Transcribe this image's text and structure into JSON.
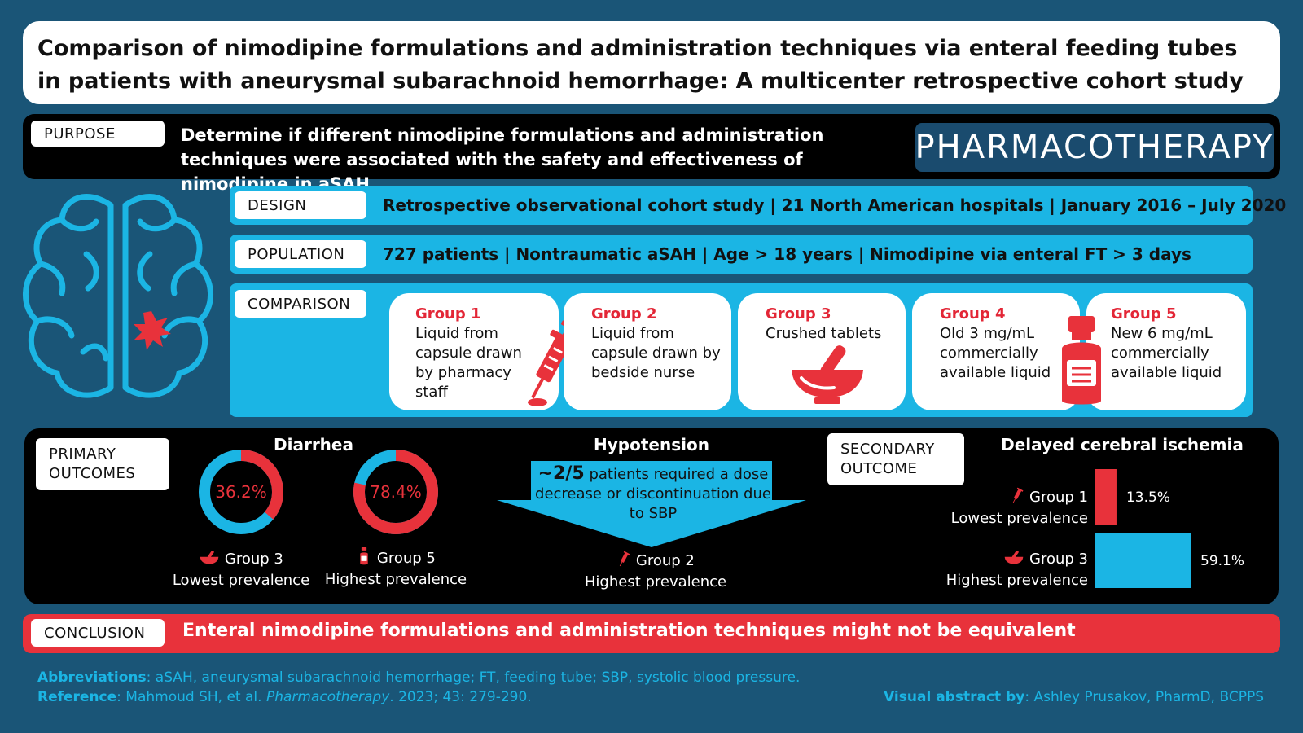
{
  "title": "Comparison of nimodipine formulations and administration techniques via enteral feeding tubes in patients with aneurysmal subarachnoid hemorrhage: A multicenter retrospective cohort study",
  "purpose": {
    "label": "PURPOSE",
    "text": "Determine if different nimodipine formulations and administration techniques were associated with the safety and effectiveness of nimodipine in aSAH"
  },
  "journal_logo": "PHARMACOTHERAPY",
  "design": {
    "label": "DESIGN",
    "text": "Retrospective observational cohort study |  21 North American hospitals | January  2016 – July 2020"
  },
  "population": {
    "label": "POPULATION",
    "text": "727 patients | Nontraumatic aSAH | Age > 18 years | Nimodipine via enteral FT > 3 days"
  },
  "comparison": {
    "label": "COMPARISON",
    "groups": [
      {
        "name": "Group 1",
        "desc": "Liquid from capsule drawn by pharmacy staff",
        "icon": "syringe-icon"
      },
      {
        "name": "Group 2",
        "desc": "Liquid from capsule drawn by bedside nurse"
      },
      {
        "name": "Group 3",
        "desc": "Crushed tablets",
        "icon": "mortar-pestle-icon"
      },
      {
        "name": "Group 4",
        "desc": "Old 3 mg/mL commercially available liquid",
        "icon": "bottle-icon"
      },
      {
        "name": "Group 5",
        "desc": "New 6 mg/mL commercially available liquid"
      }
    ]
  },
  "primary": {
    "label": "PRIMARY OUTCOMES",
    "diarrhea": {
      "title": "Diarrhea",
      "low": {
        "pct": 36.2,
        "pct_label": "36.2%",
        "group": "Group 3",
        "note": "Lowest prevalence"
      },
      "high": {
        "pct": 78.4,
        "pct_label": "78.4%",
        "group": "Group 5",
        "note": "Highest prevalence"
      }
    },
    "hypotension": {
      "title": "Hypotension",
      "fraction": "~2/5",
      "text": "patients required a dose decrease or discontinuation due to SBP",
      "group": "Group 2",
      "note": "Highest prevalence"
    }
  },
  "secondary": {
    "label": "SECONDARY OUTCOME",
    "title": "Delayed cerebral ischemia",
    "bars": [
      {
        "group": "Group 1",
        "note": "Lowest prevalence",
        "pct": 13.5,
        "pct_label": "13.5%",
        "color": "#e8323b"
      },
      {
        "group": "Group 3",
        "note": "Highest prevalence",
        "pct": 59.1,
        "pct_label": "59.1%",
        "color": "#1bb5e4"
      }
    ]
  },
  "conclusion": {
    "label": "CONCLUSION",
    "text": "Enteral nimodipine formulations and administration techniques might not be equivalent"
  },
  "footer": {
    "abbrev_label": "Abbreviations",
    "abbrev_text": ": aSAH, aneurysmal subarachnoid hemorrhage; FT, feeding tube; SBP, systolic blood pressure.",
    "ref_label": "Reference",
    "ref_text_1": ": Mahmoud SH, et al. ",
    "ref_journal": "Pharmacotherapy",
    "ref_text_2": ". 2023; 43: 279-290.",
    "credit_label": "Visual abstract by",
    "credit_text": ": Ashley Prusakov, PharmD, BCPPS"
  },
  "colors": {
    "red": "#e8323b",
    "cyan": "#1bb5e4",
    "navy": "#1a5577"
  }
}
